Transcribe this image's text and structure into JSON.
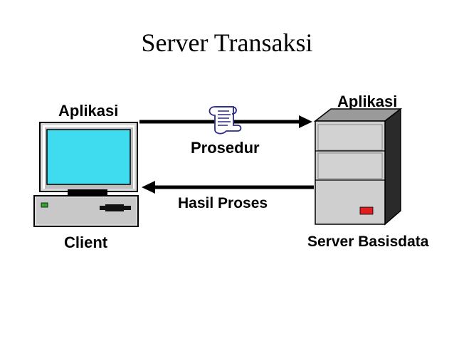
{
  "title": "Server Transaksi",
  "client": {
    "app_label": "Aplikasi",
    "name": "Client",
    "icon": "desktop-computer-icon"
  },
  "server": {
    "app_label": "Aplikasi",
    "name": "Server Basisdata",
    "icon": "server-tower-icon"
  },
  "request": {
    "label": "Prosedur",
    "icon": "scroll-document-icon",
    "direction": "client-to-server"
  },
  "response": {
    "label": "Hasil Proses",
    "direction": "server-to-client"
  },
  "colors": {
    "screen": "#3fdcf0",
    "monitor_body": "#d9d9d9",
    "server_body": "#cfcfcf",
    "server_led": "#e02020",
    "client_led": "#2fa82f",
    "arrow": "#000000"
  }
}
